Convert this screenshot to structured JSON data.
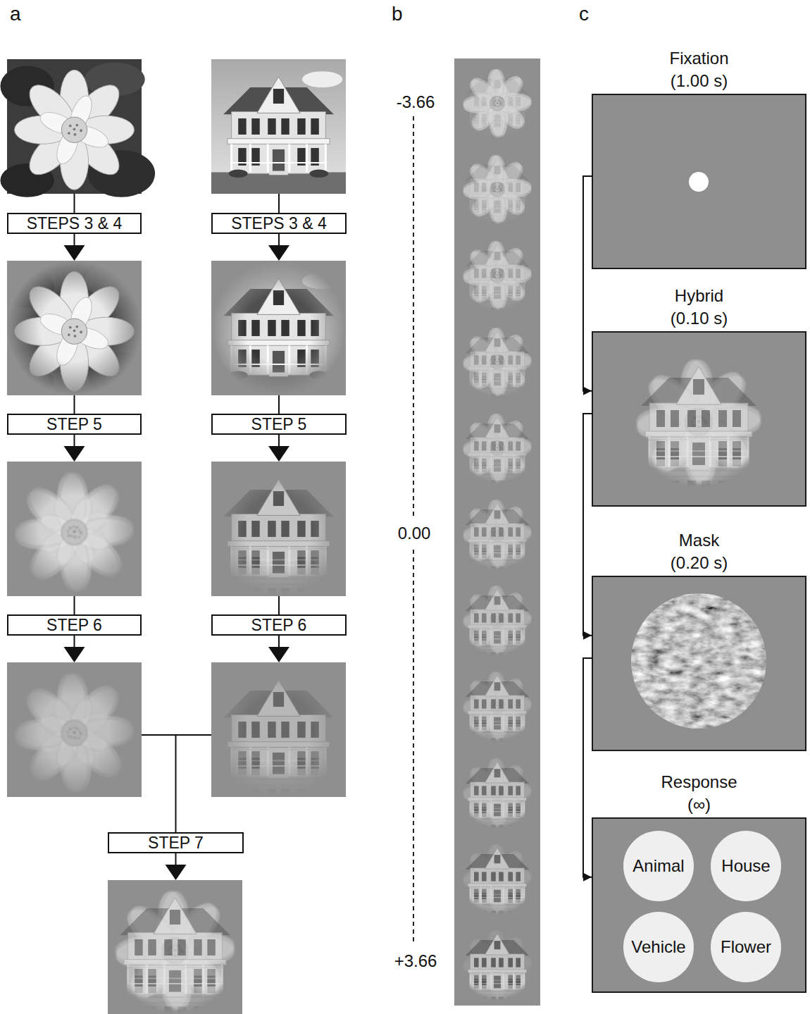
{
  "diagram": {
    "nodes": [
      {
        "text": [
          "STEPS 3 & 4"
        ]
      },
      {
        "text": [
          "STEPS 3 & 4"
        ]
      },
      {
        "text": [
          "STEP 5"
        ]
      },
      {
        "text": [
          "STEP 5"
        ]
      },
      {
        "text": [
          "STEP 6"
        ]
      },
      {
        "text": [
          "STEP 6"
        ]
      },
      {
        "text": [
          "STEP 7"
        ]
      },
      {
        "text": [
          "Fixation",
          "(1.00 s)"
        ]
      },
      {
        "text": [
          "Hybrid",
          "(0.10 s)"
        ]
      },
      {
        "text": [
          "Mask",
          "(0.20 s)"
        ]
      },
      {
        "text": [
          "Response",
          "(∞)"
        ]
      },
      {
        "text": [
          "Animal"
        ],
        "in": 10
      },
      {
        "text": [
          "House"
        ],
        "in": 10
      },
      {
        "text": [
          "Vehicle"
        ],
        "in": 10
      },
      {
        "text": [
          "Flower"
        ],
        "in": 10
      }
    ],
    "edges": [
      {
        "from": 7,
        "to": 8,
        "arrow": "to"
      },
      {
        "from": 8,
        "to": 9,
        "arrow": "to"
      },
      {
        "from": 9,
        "to": 10,
        "arrow": "to"
      }
    ],
    "labels": [
      "a",
      "b",
      "c",
      "-3.66",
      "0.00",
      "+3.66"
    ]
  }
}
